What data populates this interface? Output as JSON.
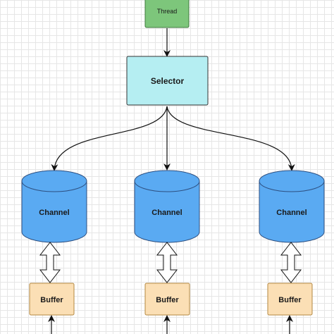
{
  "diagram": {
    "thread": {
      "label": "Thread",
      "fill": "#7dc67b",
      "stroke": "#3f7a3d"
    },
    "selector": {
      "label": "Selector",
      "fill": "#b5eef2",
      "stroke": "#333333"
    },
    "channels": [
      {
        "label": "Channel",
        "fill": "#5aaaf2",
        "stroke": "#2d4f80"
      },
      {
        "label": "Channel",
        "fill": "#5aaaf2",
        "stroke": "#2d4f80"
      },
      {
        "label": "Channel",
        "fill": "#5aaaf2",
        "stroke": "#2d4f80"
      }
    ],
    "buffers": [
      {
        "label": "Buffer",
        "fill": "#fbdfb5",
        "stroke": "#b3873f"
      },
      {
        "label": "Buffer",
        "fill": "#fbdfb5",
        "stroke": "#b3873f"
      },
      {
        "label": "Buffer",
        "fill": "#fbdfb5",
        "stroke": "#b3873f"
      }
    ]
  }
}
